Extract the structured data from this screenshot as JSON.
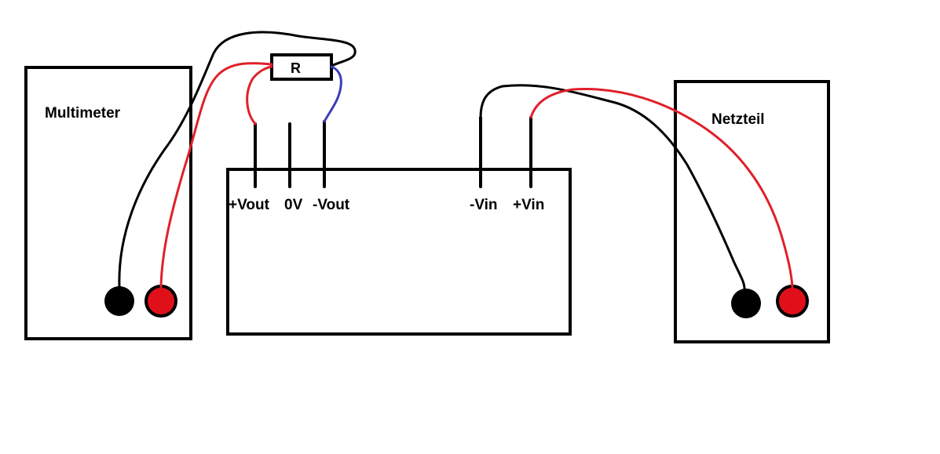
{
  "devices": {
    "multimeter": {
      "label": "Multimeter"
    },
    "power_supply": {
      "label": "Netzteil"
    },
    "resistor": {
      "label": "R"
    }
  },
  "converter": {
    "pins": {
      "vout_plus": "+Vout",
      "zero_v": "0V",
      "vout_minus": "-Vout",
      "vin_minus": "-Vin",
      "vin_plus": "+Vin"
    }
  },
  "colors": {
    "outline": "#000000",
    "wire_black": "#000000",
    "wire_red": "#e0202a",
    "wire_blue": "#3b3fb8",
    "terminal_black": "#000000",
    "terminal_red": "#e0101a"
  }
}
